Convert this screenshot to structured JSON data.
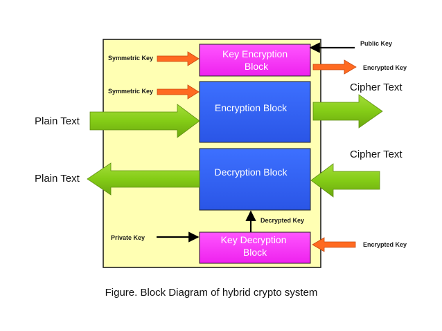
{
  "colors": {
    "panel": "#FFFFB3",
    "key_block": "#FF33FF",
    "main_block": "#3366FF",
    "orange_arrow": "#FF6A21",
    "green_arrow": "#84CC16"
  },
  "blocks": {
    "key_encryption": [
      "Key Encryption",
      "Block"
    ],
    "encryption": "Encryption Block",
    "decryption": "Decryption Block",
    "key_decryption": [
      "Key Decryption",
      "Block"
    ]
  },
  "labels": {
    "symmetric_key_1": "Symmetric Key",
    "symmetric_key_2": "Symmetric Key",
    "public_key": "Public Key",
    "encrypted_key_out": "Encrypted Key",
    "cipher_text_out": "Cipher Text",
    "plain_text_in": "Plain Text",
    "cipher_text_in": "Cipher Text",
    "plain_text_out": "Plain Text",
    "decrypted_key": "Decrypted Key",
    "private_key": "Private Key",
    "encrypted_key_in": "Encrypted Key"
  },
  "caption": "Figure. Block Diagram of hybrid  crypto system"
}
